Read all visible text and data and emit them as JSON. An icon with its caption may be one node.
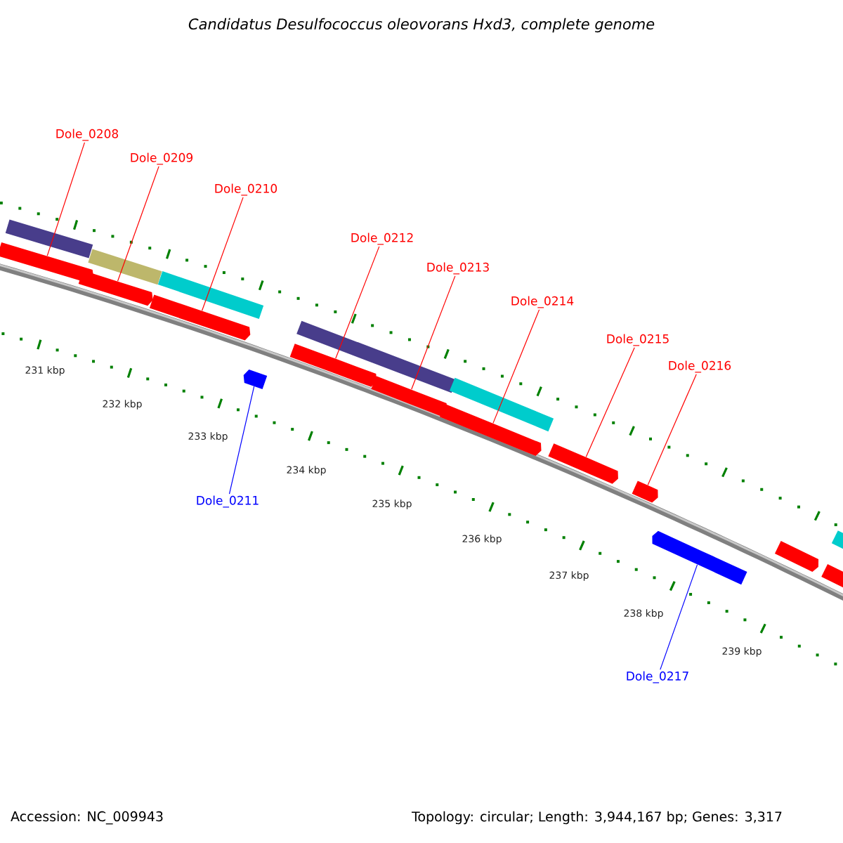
{
  "diagram": {
    "title": "Candidatus Desulfococcus oleovorans Hxd3, complete genome",
    "nodes": [
      {
        "text": [
          "Dole_0208"
        ]
      },
      {
        "text": [
          "Dole_0209"
        ]
      },
      {
        "text": [
          "Dole_0210"
        ]
      },
      {
        "text": [
          "Dole_0211"
        ]
      },
      {
        "text": [
          "Dole_0212"
        ]
      },
      {
        "text": [
          "Dole_0213"
        ]
      },
      {
        "text": [
          "Dole_0214"
        ]
      },
      {
        "text": [
          "Dole_0215"
        ]
      },
      {
        "text": [
          "Dole_0216"
        ]
      },
      {
        "text": [
          "Dole_0217"
        ]
      },
      {
        "text": [],
        "shape": "bar"
      },
      {
        "text": [],
        "shape": "bar"
      },
      {
        "text": [],
        "shape": "bar"
      },
      {
        "text": [],
        "shape": "bar"
      },
      {
        "text": [],
        "shape": "bar"
      },
      {
        "text": [],
        "shape": "bar"
      },
      {
        "text": [],
        "shape": "bar"
      },
      {
        "text": [],
        "shape": "bar"
      },
      {
        "text": [],
        "shape": "bar"
      },
      {
        "text": [],
        "shape": "bar"
      },
      {
        "text": [],
        "shape": "bar"
      },
      {
        "text": [],
        "shape": "bar"
      },
      {
        "text": [],
        "shape": "bar"
      },
      {
        "text": [],
        "shape": "bar"
      },
      {
        "text": [],
        "shape": "bar"
      },
      {
        "text": [],
        "shape": "bar"
      },
      {
        "text": [],
        "shape": "bar"
      },
      {
        "text": [],
        "shape": "bar"
      }
    ],
    "edges": [
      {
        "from": 0,
        "to": 10,
        "arrow": "none"
      },
      {
        "from": 1,
        "to": 11,
        "arrow": "none"
      },
      {
        "from": 2,
        "to": 12,
        "arrow": "none"
      },
      {
        "from": 3,
        "to": 13,
        "arrow": "none",
        "color": "#0000ff"
      },
      {
        "from": 4,
        "to": 14,
        "arrow": "none"
      },
      {
        "from": 5,
        "to": 15,
        "arrow": "none"
      },
      {
        "from": 6,
        "to": 16,
        "arrow": "none"
      },
      {
        "from": 7,
        "to": 17,
        "arrow": "none"
      },
      {
        "from": 8,
        "to": 18,
        "arrow": "none"
      },
      {
        "from": 9,
        "to": 19,
        "arrow": "none",
        "color": "#0000ff"
      }
    ],
    "labels": [
      "231 kbp",
      "232 kbp",
      "233 kbp",
      "234 kbp",
      "235 kbp",
      "236 kbp",
      "237 kbp",
      "238 kbp",
      "239 kbp",
      "Accession: NC_009943",
      "Topology: circular; Length: 3,944,167 bp; Genes: 3,317"
    ]
  }
}
